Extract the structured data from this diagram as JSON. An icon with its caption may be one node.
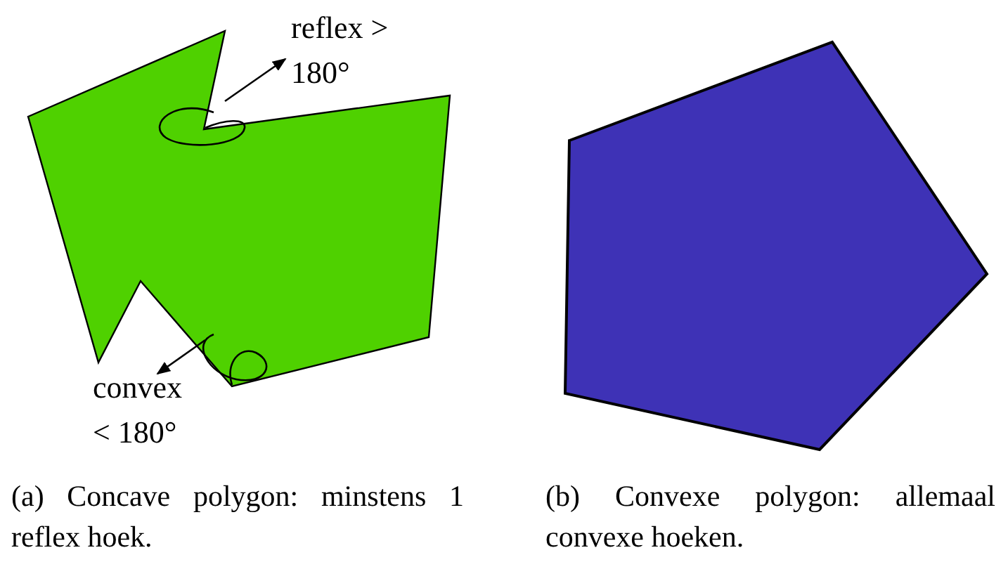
{
  "diagram": {
    "nodes": [
      {
        "text": [
          "reflex > 180°"
        ]
      },
      {
        "text": [],
        "shape": "arc"
      },
      {
        "text": [
          "convex < 180°"
        ]
      },
      {
        "text": [],
        "shape": "arc"
      }
    ],
    "edges": [
      {
        "from": 1,
        "to": 0,
        "arrow": "to"
      },
      {
        "from": 3,
        "to": 2,
        "arrow": "to"
      }
    ],
    "labels": [
      "(a) Concave polygon: minstens 1 reflex hoek.",
      "(b) Convexe polygon: allemaal convexe hoeken."
    ]
  }
}
